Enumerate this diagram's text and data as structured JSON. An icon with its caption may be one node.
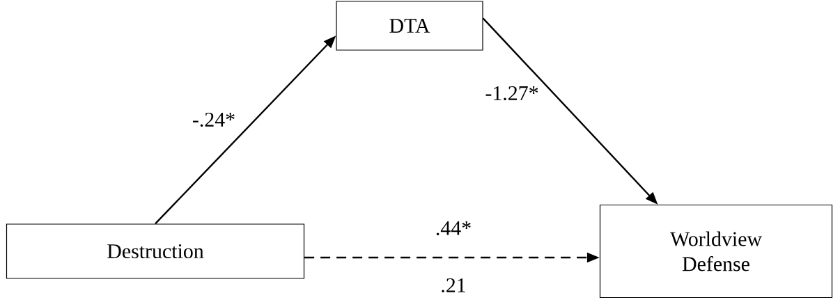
{
  "diagram": {
    "nodes": [
      {
        "text": [
          "DTA"
        ]
      },
      {
        "text": [
          "Destruction"
        ]
      },
      {
        "text": [
          "Worldview Defense"
        ]
      }
    ],
    "edges": [
      {
        "from": 1,
        "to": 0,
        "arrow": "to",
        "label": "-.24*"
      },
      {
        "from": 0,
        "to": 2,
        "arrow": "to",
        "label": "-1.27*"
      },
      {
        "from": 1,
        "to": 2,
        "arrow": "to",
        "style": "dashed",
        "label": ".44*"
      }
    ],
    "labels": [
      ".21"
    ]
  }
}
